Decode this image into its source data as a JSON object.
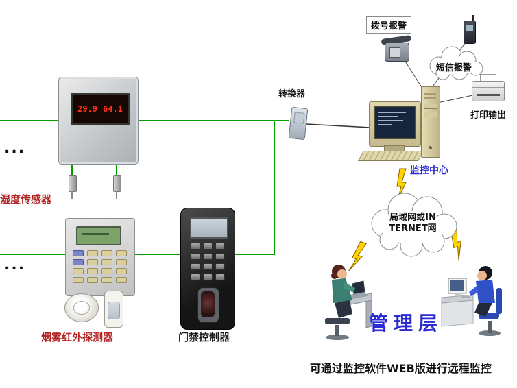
{
  "colors": {
    "wire_green": "#00a000",
    "label_red": "#b32424",
    "label_blue": "#2b2bd4",
    "bolt_yellow": "#ffd200"
  },
  "left_chain": {
    "ellipsis_top": "...",
    "ellipsis_bottom": "...",
    "sensor": {
      "label": "湿度传感器",
      "display_temp": "29.9",
      "display_humidity": "64.1"
    },
    "alarm_panel_label": "烟雾红外探测器",
    "access_controller_label": "门禁控制器"
  },
  "center": {
    "converter_label": "转换器",
    "monitoring_center_label": "监控中心"
  },
  "top_right": {
    "dial_alarm_label": "拨号报警",
    "sms_cloud_label": "短信报警",
    "print_output_label": "打印输出"
  },
  "network": {
    "lan_cloud_line1": "局域网或IN",
    "lan_cloud_line2": "TERNET网"
  },
  "bottom": {
    "management_label": "管理层",
    "caption": "可通过监控软件WEB版进行远程监控"
  }
}
